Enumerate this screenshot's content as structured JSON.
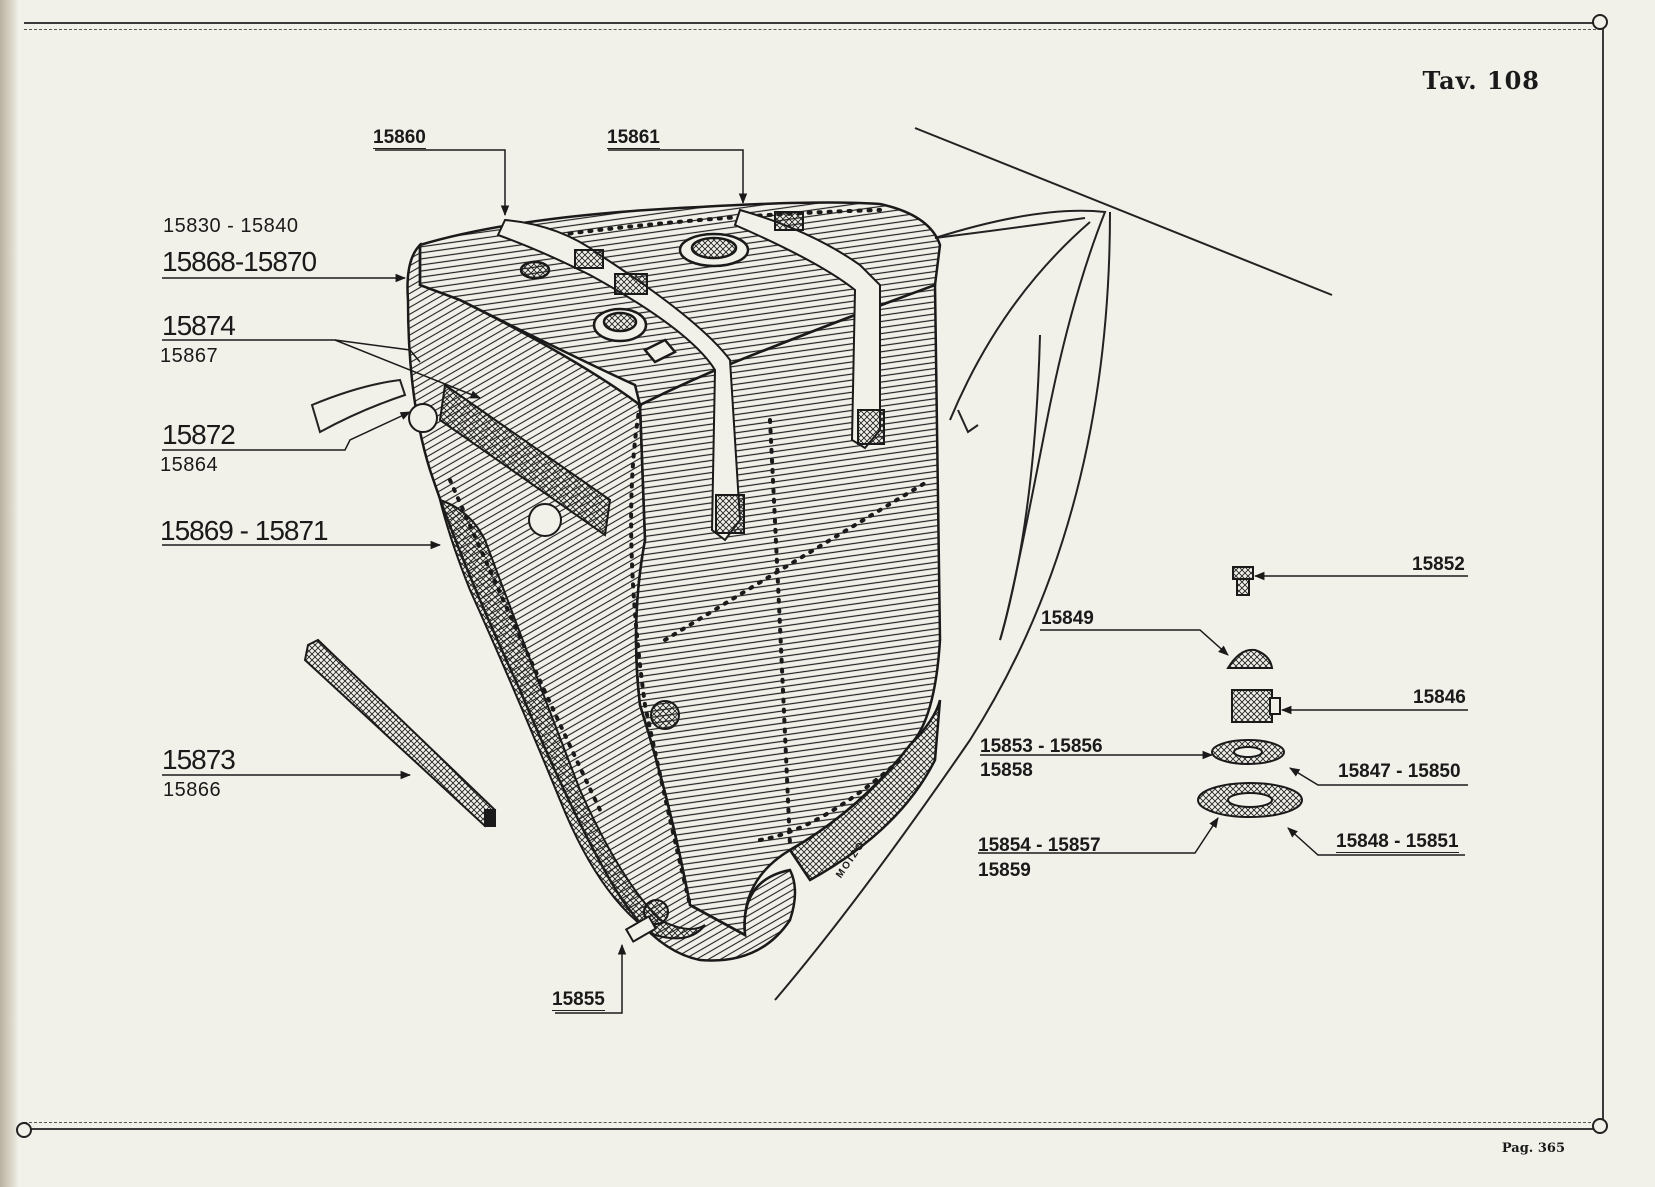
{
  "plate": {
    "title": "Tav. 108",
    "page_number": "Pag. 365"
  },
  "callouts": {
    "c15860": "15860",
    "c15861": "15861",
    "c15830_15840": "15830 - 15840",
    "c15868_15870": "15868-15870",
    "c15874": "15874",
    "c15867": "15867",
    "c15872": "15872",
    "c15864": "15864",
    "c15869_15871": "15869 - 15871",
    "c15873": "15873",
    "c15866": "15866",
    "c15855": "15855",
    "c15852": "15852",
    "c15849": "15849",
    "c15846": "15846",
    "c15853_15856": "15853 - 15856",
    "c15858": "15858",
    "c15847_15850": "15847 - 15850",
    "c15854_15857": "15854 - 15857",
    "c15859": "15859",
    "c15848_15851": "15848 - 15851"
  },
  "signature": "MOIZO",
  "colors": {
    "ink": "#1a1a1a",
    "paper": "#f1f0e9"
  }
}
